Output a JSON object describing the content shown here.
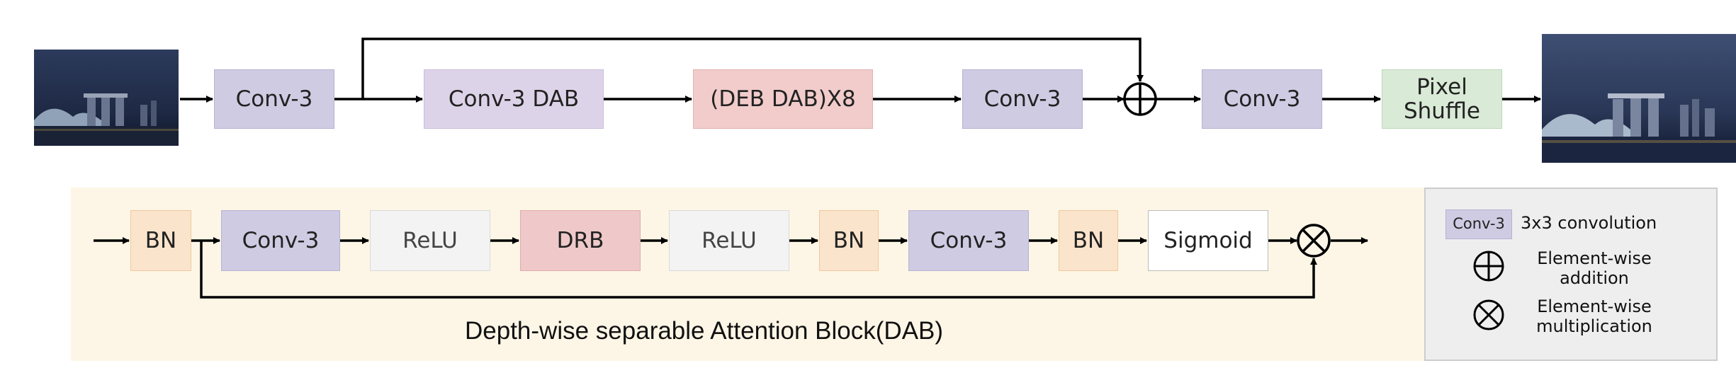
{
  "top_row": {
    "conv_a": "Conv-3",
    "conv_dab": "Conv-3 DAB",
    "deb_dab": "(DEB DAB)X8",
    "conv_b": "Conv-3",
    "conv_c": "Conv-3",
    "pixel_shuffle_line1": "Pixel",
    "pixel_shuffle_line2": "Shuffle"
  },
  "dab_block": {
    "bn_1": "BN",
    "conv_1": "Conv-3",
    "relu_1": "ReLU",
    "drb": "DRB",
    "relu_2": "ReLU",
    "bn_2": "BN",
    "conv_2": "Conv-3",
    "bn_3": "BN",
    "sigmoid": "Sigmoid",
    "caption": "Depth-wise separable Attention Block(DAB)"
  },
  "legend": {
    "conv_swatch": "Conv-3",
    "conv_desc": "3x3 convolution",
    "add_line1": "Element-wise",
    "add_line2": "addition",
    "mul_line1": "Element-wise",
    "mul_line2": "multiplication"
  },
  "colors": {
    "conv": "#cfcbe3",
    "deb": "#f1cccb",
    "pixel_shuffle": "#d9ead6",
    "bn": "#fbe4cc",
    "relu": "#f3f3f3",
    "panel_bg": "#fdf6e6",
    "legend_bg": "#eeeeee"
  },
  "icons": [
    "element-wise-addition-icon",
    "element-wise-multiplication-icon",
    "arrow-icon"
  ]
}
